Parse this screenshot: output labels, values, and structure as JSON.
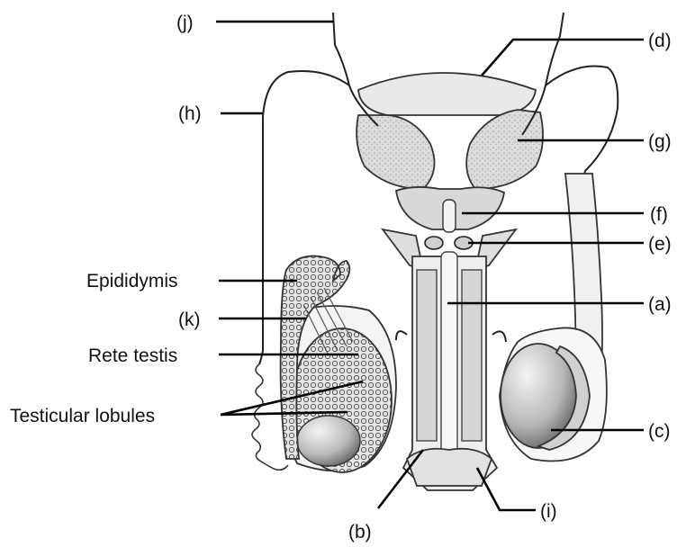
{
  "labels": {
    "j": "(j)",
    "h": "(h)",
    "d": "(d)",
    "g": "(g)",
    "f": "(f)",
    "e": "(e)",
    "a": "(a)",
    "c": "(c)",
    "i": "(i)",
    "b": "(b)",
    "k": "(k)",
    "epididymis": "Epididymis",
    "rete_testis": "Rete testis",
    "testicular_lobules": "Testicular lobules"
  }
}
